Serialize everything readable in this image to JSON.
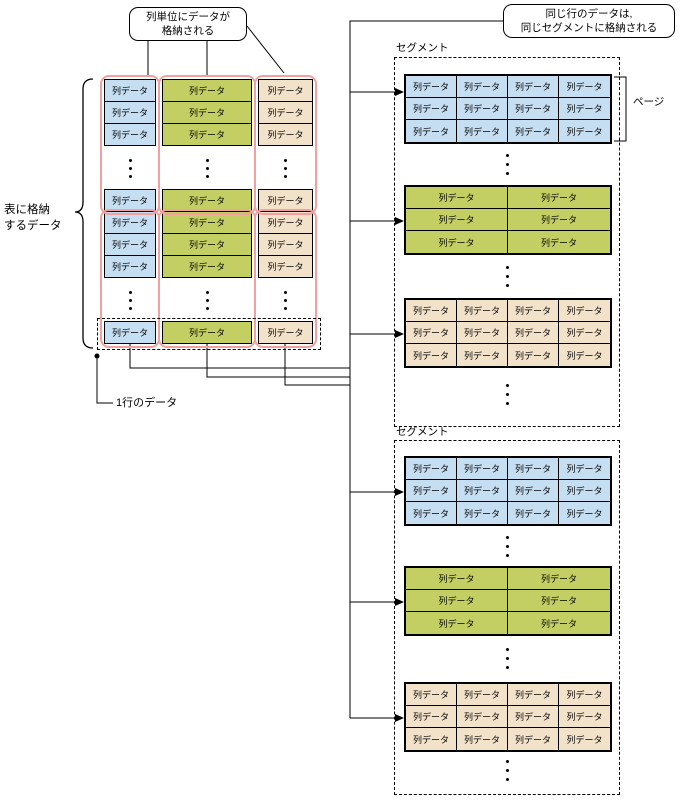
{
  "texts": {
    "callout_column_unit": [
      "列単位にデータが",
      "格納される"
    ],
    "callout_same_row": [
      "同じ行のデータは,",
      "同じセグメントに格納される"
    ],
    "table_data_label": [
      "表に格納",
      "するデータ"
    ],
    "one_row_label": "1行のデータ",
    "segment_label": "セグメント",
    "page_label": "ページ",
    "cell_label": "列データ",
    "ellipsis_glyph": "⋮"
  },
  "colors": {
    "column_blue": "#c6def1",
    "column_green": "#c3cf63",
    "column_tan": "#f3e2ca",
    "column_outline_pink": "#f2a0a0"
  },
  "left_table": {
    "cell_label": "列データ",
    "row_pattern": [
      "cell",
      "cell",
      "cell",
      "dots",
      "cell",
      "cell",
      "cell",
      "cell",
      "dots",
      "cell"
    ],
    "columns": [
      {
        "name": "blue-column",
        "color": "#c6def1"
      },
      {
        "name": "green-column",
        "color": "#c3cf63"
      },
      {
        "name": "tan-column",
        "color": "#f3e2ca"
      }
    ]
  },
  "segments": [
    {
      "label": "セグメント",
      "pages": [
        {
          "name": "blue-page",
          "rows": 3,
          "cols": 4,
          "cell": "列データ",
          "color": "#c6def1"
        },
        {
          "name": "green-page",
          "rows": 3,
          "cols": 2,
          "cell": "列データ",
          "color": "#c3cf63"
        },
        {
          "name": "tan-page",
          "rows": 3,
          "cols": 4,
          "cell": "列データ",
          "color": "#f3e2ca"
        }
      ]
    },
    {
      "label": "セグメント",
      "pages": [
        {
          "name": "blue-page",
          "rows": 3,
          "cols": 4,
          "cell": "列データ",
          "color": "#c6def1"
        },
        {
          "name": "green-page",
          "rows": 3,
          "cols": 2,
          "cell": "列データ",
          "color": "#c3cf63"
        },
        {
          "name": "tan-page",
          "rows": 3,
          "cols": 4,
          "cell": "列データ",
          "color": "#f3e2ca"
        }
      ]
    }
  ]
}
